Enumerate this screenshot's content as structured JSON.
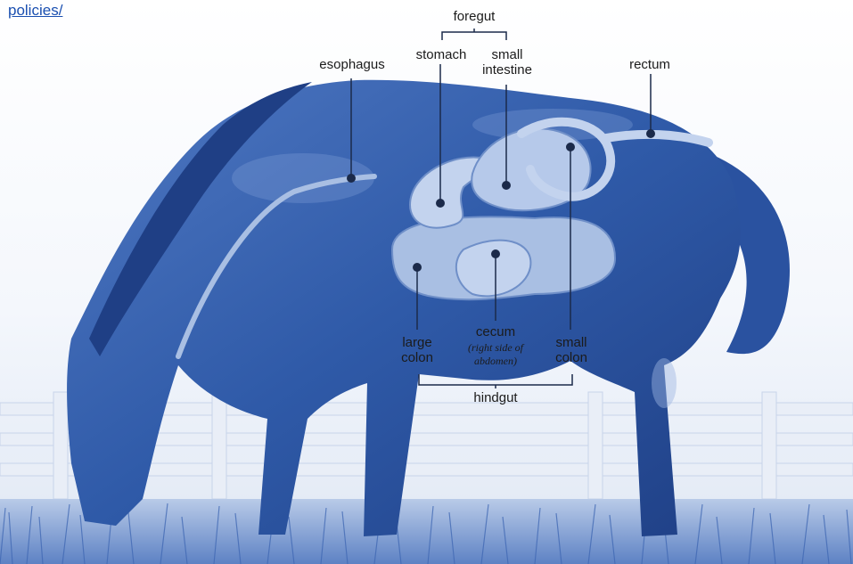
{
  "header": {
    "link_text": "policies/"
  },
  "diagram": {
    "groups": {
      "foregut": "foregut",
      "hindgut": "hindgut"
    },
    "labels": {
      "esophagus": "esophagus",
      "stomach": "stomach",
      "small_intestine_line1": "small",
      "small_intestine_line2": "intestine",
      "rectum": "rectum",
      "cecum": "cecum",
      "cecum_note_line1": "(right side of",
      "cecum_note_line2": "abdomen)",
      "large_colon_line1": "large",
      "large_colon_line2": "colon",
      "small_colon_line1": "small",
      "small_colon_line2": "colon"
    }
  },
  "colors": {
    "horse_blue": "#2f5aa8",
    "horse_dark": "#1f3f85",
    "organ_light": "#a9bfe3",
    "background_pale": "#e6edf7",
    "leader_line": "#1b2a4a",
    "link": "#1a4fb0"
  }
}
